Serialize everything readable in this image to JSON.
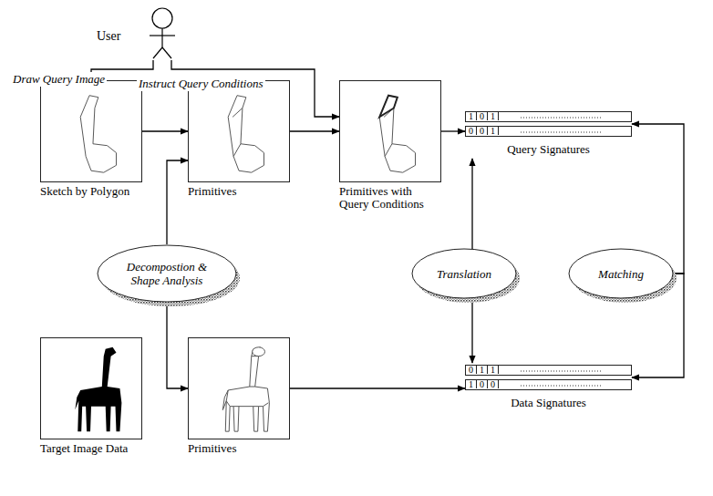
{
  "diagram": {
    "nodes": [
      {
        "text": [
          "User"
        ]
      },
      {
        "text": [
          "Sketch by Polygon"
        ]
      },
      {
        "text": [
          "Primitives"
        ]
      },
      {
        "text": [
          "Primitives with Query Conditions"
        ]
      },
      {
        "text": [
          "Query Signatures"
        ]
      },
      {
        "text": [
          "Decompostion & Shape Analysis"
        ]
      },
      {
        "text": [
          "Translation"
        ]
      },
      {
        "text": [
          "Matching"
        ]
      },
      {
        "text": [
          "Target Image Data"
        ]
      },
      {
        "text": [
          "Primitives"
        ]
      },
      {
        "text": [
          "Data Signatures"
        ]
      }
    ],
    "edges": [
      {
        "from": 0,
        "to": 1,
        "arrow": "to",
        "label": "Draw Query Image"
      },
      {
        "from": 0,
        "to": 3,
        "arrow": "to",
        "label": "Instruct Query Conditions"
      },
      {
        "from": 1,
        "to": 2,
        "arrow": "to"
      },
      {
        "from": 2,
        "to": 3,
        "arrow": "to"
      },
      {
        "from": 3,
        "to": 4,
        "arrow": "to"
      },
      {
        "from": 5,
        "to": 2,
        "arrow": "to"
      },
      {
        "from": 5,
        "to": 9,
        "arrow": "to"
      },
      {
        "from": 6,
        "to": 4,
        "arrow": "to"
      },
      {
        "from": 6,
        "to": 10,
        "arrow": "to"
      },
      {
        "from": 9,
        "to": 10,
        "arrow": "to"
      },
      {
        "from": 7,
        "to": 4,
        "arrow": "to"
      },
      {
        "from": 7,
        "to": 10,
        "arrow": "to"
      }
    ],
    "labels": [
      "1",
      "0",
      "1",
      "0",
      "0",
      "1",
      "0",
      "1",
      "1",
      "1",
      "0",
      "0"
    ]
  }
}
